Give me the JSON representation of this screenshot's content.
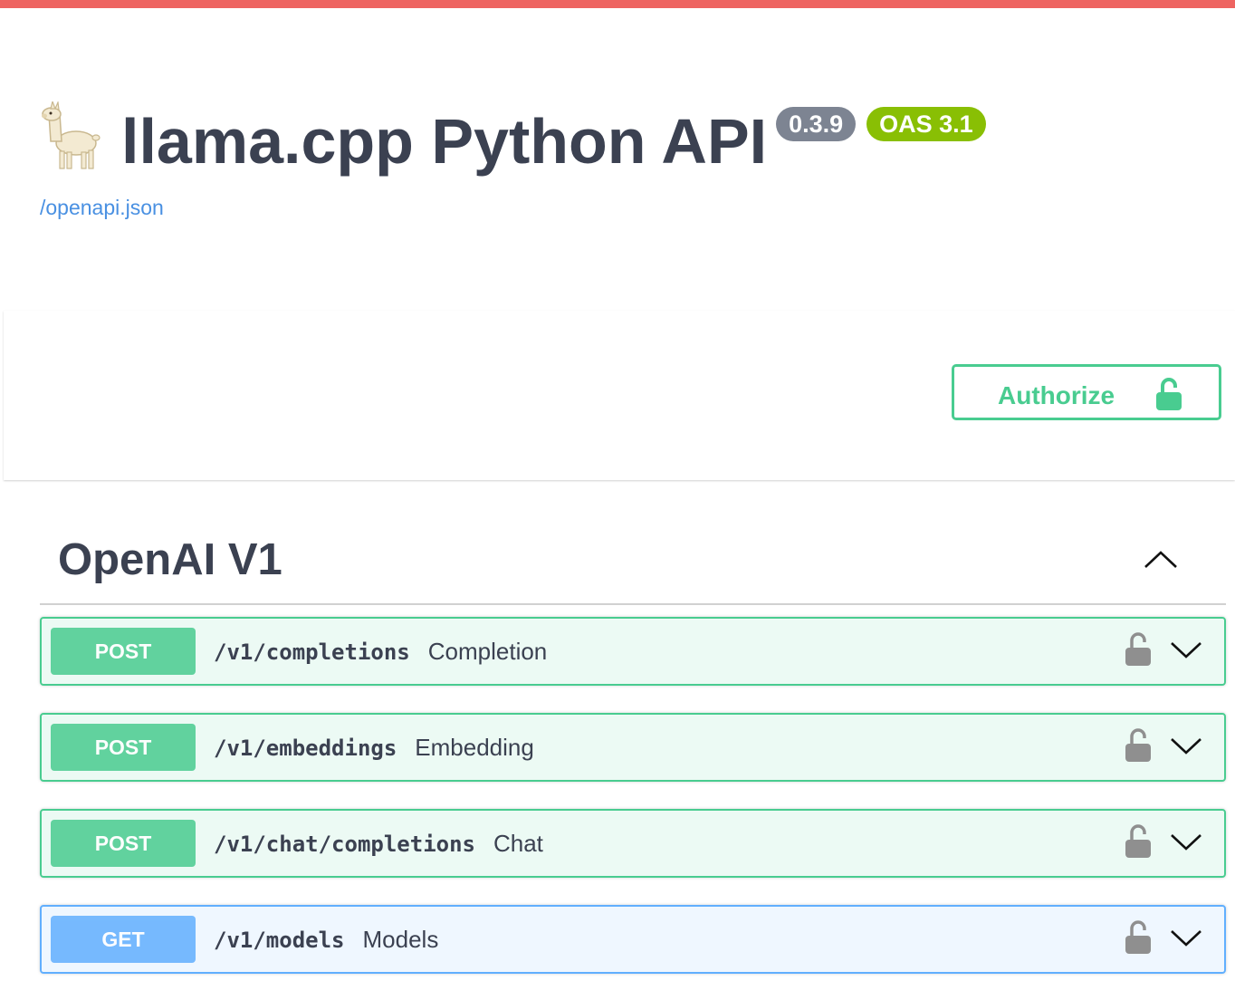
{
  "header": {
    "title": "llama.cpp Python API",
    "version_badge": "0.3.9",
    "oas_badge": "OAS 3.1",
    "spec_link": "/openapi.json",
    "logo_icon": "llama-icon"
  },
  "authorize": {
    "label": "Authorize",
    "icon": "unlocked-lock-icon"
  },
  "tag": {
    "name": "OpenAI V1",
    "state": "expanded"
  },
  "operations": [
    {
      "method": "POST",
      "path": "/v1/completions",
      "summary": "Completion"
    },
    {
      "method": "POST",
      "path": "/v1/embeddings",
      "summary": "Embedding"
    },
    {
      "method": "POST",
      "path": "/v1/chat/completions",
      "summary": "Chat"
    },
    {
      "method": "GET",
      "path": "/v1/models",
      "summary": "Models"
    }
  ],
  "colors": {
    "top_strip": "#ee6461",
    "post": "#49cc90",
    "get": "#61affe",
    "text": "#3b4151",
    "link": "#4990e2",
    "version_badge": "#7d8492",
    "oas_badge": "#89bf04"
  }
}
